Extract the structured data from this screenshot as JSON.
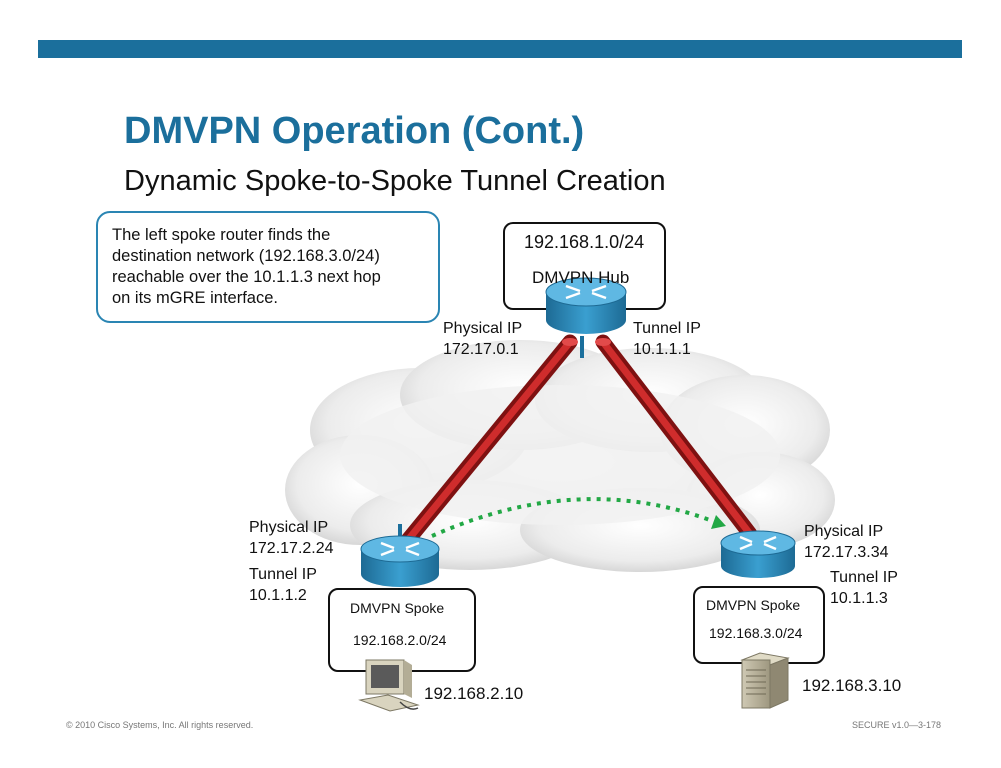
{
  "slide": {
    "title": "DMVPN Operation (Cont.)",
    "subtitle": "Dynamic Spoke-to-Spoke Tunnel Creation",
    "callout_lines": [
      "The left spoke router finds the",
      "destination network (192.168.3.0/24)",
      "reachable over the 10.1.1.3 next hop",
      "on its mGRE interface."
    ]
  },
  "hub": {
    "network": "192.168.1.0/24",
    "name": "DMVPN Hub",
    "physical_label": "Physical IP",
    "physical_ip": "172.17.0.1",
    "tunnel_label": "Tunnel  IP",
    "tunnel_ip": "10.1.1.1"
  },
  "spoke_left": {
    "name": "DMVPN Spoke",
    "network": "192.168.2.0/24",
    "physical_label": "Physical  IP",
    "physical_ip": "172.17.2.24",
    "tunnel_label": "Tunnel IP",
    "tunnel_ip": "10.1.1.2",
    "host_ip": "192.168.2.10"
  },
  "spoke_right": {
    "name": "DMVPN Spoke",
    "network": "192.168.3.0/24",
    "physical_label": "Physical  IP",
    "physical_ip": "172.17.3.34",
    "tunnel_label": "Tunnel  IP",
    "tunnel_ip": "10.1.1.3",
    "host_ip": "192.168.3.10"
  },
  "footer": {
    "copyright": "© 2010 Cisco Systems, Inc. All rights reserved.",
    "course": "SECURE v1.0—3-178"
  },
  "colors": {
    "accent": "#1b6f9c",
    "tunnel": "#b01c1c",
    "dynamic_tunnel": "#22a845",
    "router": "#2a8bbf"
  }
}
